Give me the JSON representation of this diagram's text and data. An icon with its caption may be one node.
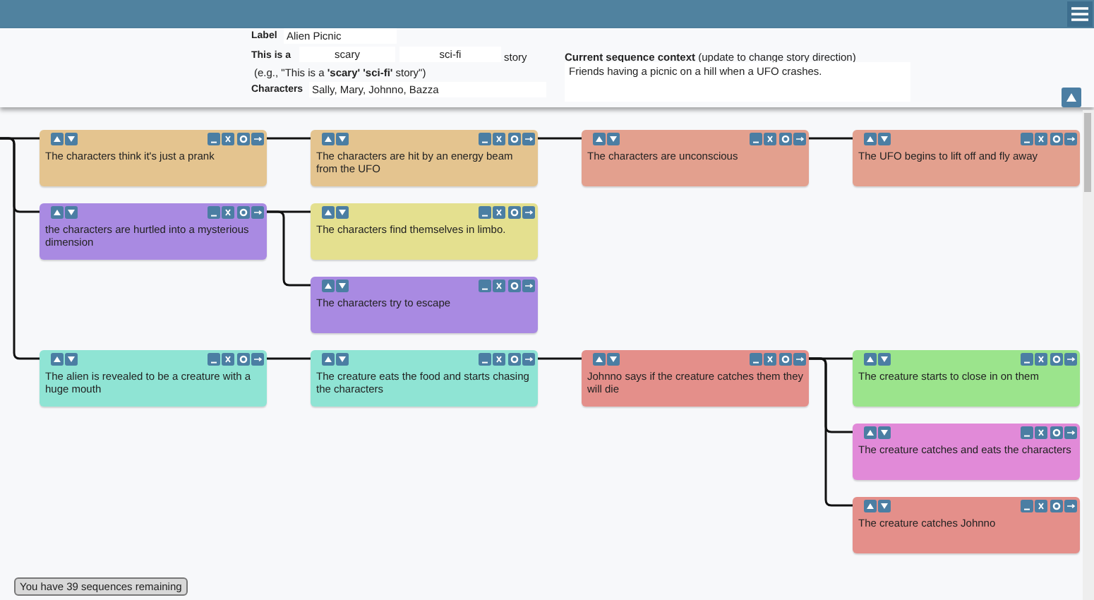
{
  "diagram": {
    "nodes": [
      {
        "text": [
          "The characters think it's just a prank"
        ]
      },
      {
        "text": [
          "The characters are hit by an energy beam from the UFO"
        ]
      },
      {
        "text": [
          "The characters are unconscious"
        ]
      },
      {
        "text": [
          "The UFO begins to lift off and fly away"
        ]
      },
      {
        "text": [
          "the characters are hurtled into a mysterious dimension"
        ]
      },
      {
        "text": [
          "The characters find themselves in limbo."
        ]
      },
      {
        "text": [
          "The characters try to escape"
        ]
      },
      {
        "text": [
          "The alien is revealed to be a creature with a huge mouth"
        ]
      },
      {
        "text": [
          "The creature eats the food and starts chasing the characters"
        ]
      },
      {
        "text": [
          "Johnno says if the creature catches them they will die"
        ]
      },
      {
        "text": [
          "The creature starts to close in on them"
        ]
      },
      {
        "text": [
          "The creature catches and eats the characters"
        ]
      },
      {
        "text": [
          "The creature catches Johnno"
        ]
      }
    ],
    "edges": [
      {
        "from": null,
        "to": 0,
        "arrow": "none"
      },
      {
        "from": null,
        "to": 4,
        "arrow": "none"
      },
      {
        "from": null,
        "to": 7,
        "arrow": "none"
      },
      {
        "from": 0,
        "to": 1,
        "arrow": "none"
      },
      {
        "from": 1,
        "to": 2,
        "arrow": "none"
      },
      {
        "from": 2,
        "to": 3,
        "arrow": "none"
      },
      {
        "from": 4,
        "to": 5,
        "arrow": "none"
      },
      {
        "from": 4,
        "to": 6,
        "arrow": "none"
      },
      {
        "from": 7,
        "to": 8,
        "arrow": "none"
      },
      {
        "from": 8,
        "to": 9,
        "arrow": "none"
      },
      {
        "from": 9,
        "to": 10,
        "arrow": "none"
      },
      {
        "from": 9,
        "to": 11,
        "arrow": "none"
      },
      {
        "from": 9,
        "to": 12,
        "arrow": "none"
      }
    ],
    "labels": [
      "Label",
      "Alien Picnic",
      "This is a",
      "scary",
      "sci-fi",
      "story",
      "(e.g., \"This is a **'scary'** **'sci-fi'** story\")",
      "Characters",
      "Sally, Mary, Johnno, Bazza",
      "**Current sequence context** (update to change story direction)",
      "Friends having a picnic on a hill when a UFO crashes.",
      "You have 39 sequences remaining"
    ]
  }
}
